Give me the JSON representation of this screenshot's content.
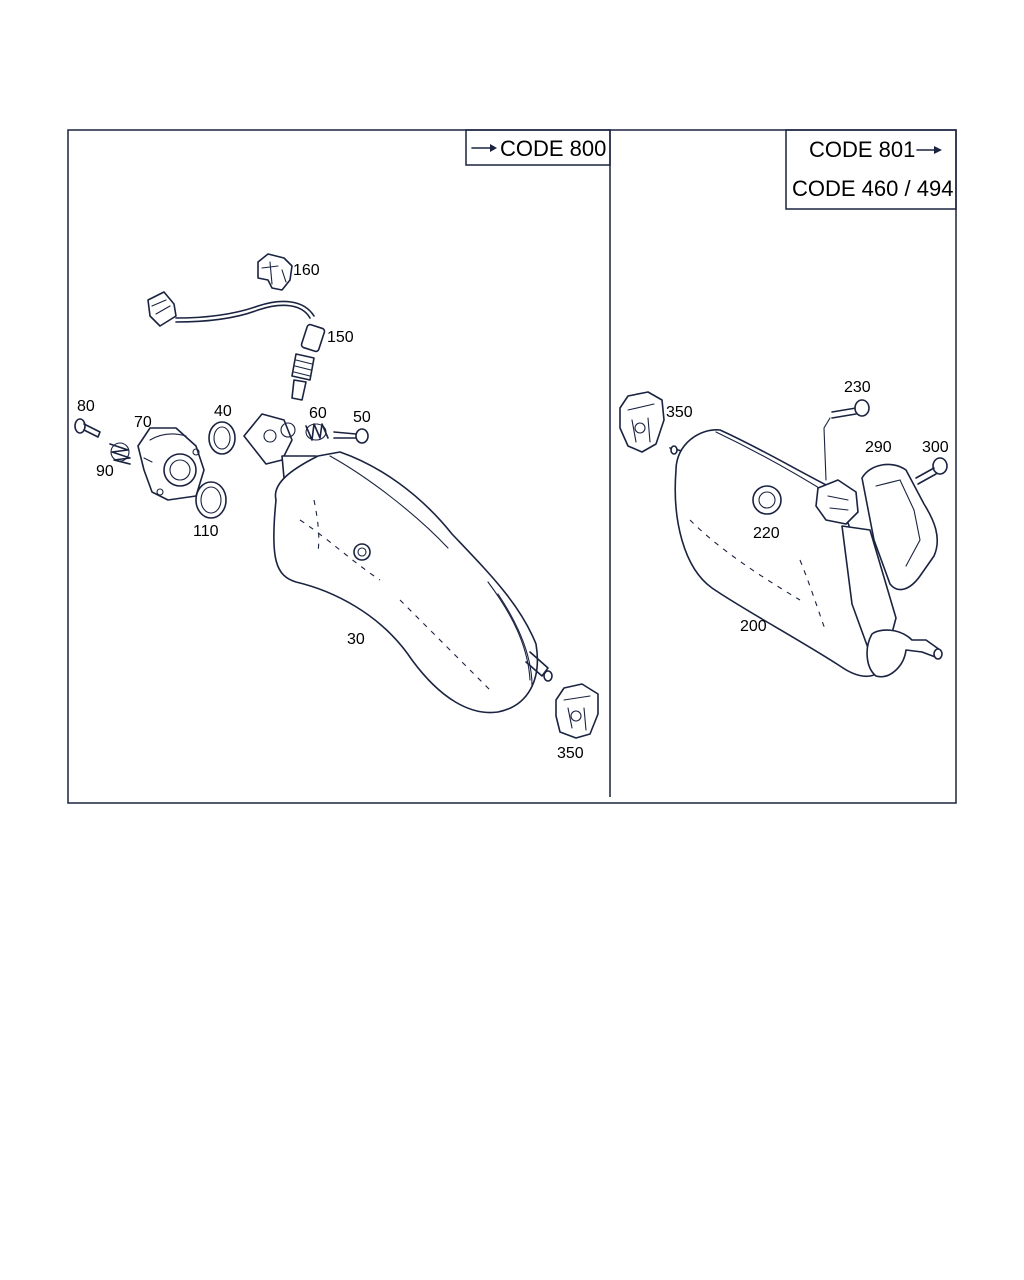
{
  "boxes": {
    "left_code": "CODE 800",
    "right_code_1": "CODE 801",
    "right_code_2": "CODE 460 / 494"
  },
  "callouts": {
    "p160": "160",
    "p150": "150",
    "p80": "80",
    "p70": "70",
    "p40": "40",
    "p60": "60",
    "p50": "50",
    "p90": "90",
    "p110": "110",
    "p30": "30",
    "p350_left": "350",
    "p350_right": "350",
    "p230": "230",
    "p290": "290",
    "p300": "300",
    "p220": "220",
    "p200": "200"
  },
  "colors": {
    "line": "#1a2340",
    "background": "#ffffff"
  }
}
